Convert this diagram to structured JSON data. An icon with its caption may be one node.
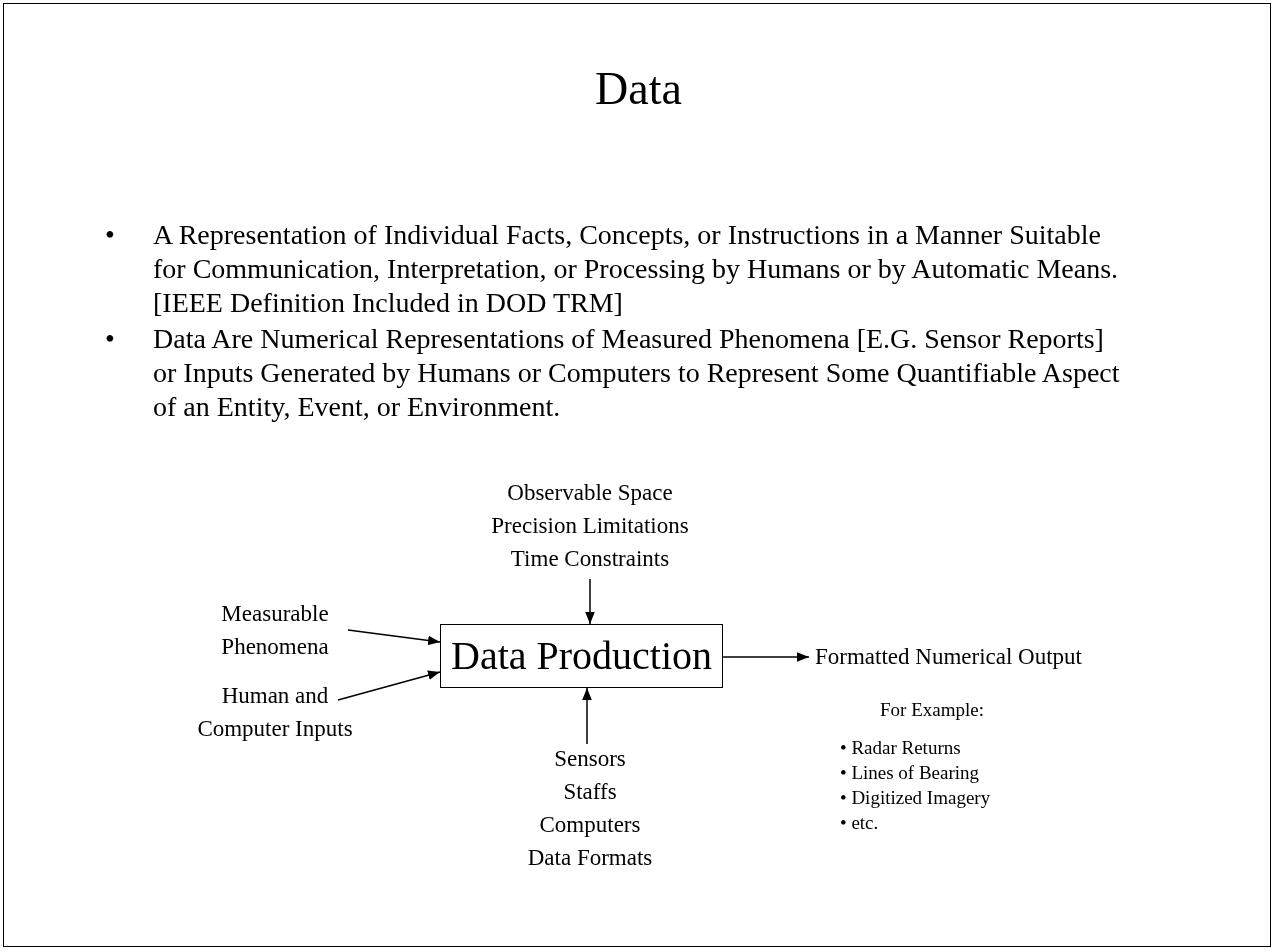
{
  "diagram": {
    "title": "Data",
    "nodes": [
      {
        "text": [
          "Data Production"
        ]
      },
      {
        "text": [
          "Measurable Phenomena"
        ]
      },
      {
        "text": [
          "Human and Computer Inputs"
        ]
      },
      {
        "text": [
          "Observable Space",
          "Precision Limitations",
          "Time Constraints"
        ]
      },
      {
        "text": [
          "Sensors",
          "Staffs",
          "Computers",
          "Data Formats"
        ]
      },
      {
        "text": [
          "Formatted Numerical Output"
        ]
      }
    ],
    "edges": [
      {
        "from": 1,
        "to": 0,
        "arrow": "to"
      },
      {
        "from": 2,
        "to": 0,
        "arrow": "to"
      },
      {
        "from": 3,
        "to": 0,
        "arrow": "to"
      },
      {
        "from": 4,
        "to": 0,
        "arrow": "to"
      },
      {
        "from": 0,
        "to": 5,
        "arrow": "to"
      }
    ],
    "labels": [
      "•",
      "A Representation of Individual Facts, Concepts, or Instructions in a Manner Suitable for Communication, Interpretation, or Processing by Humans or by Automatic Means. [IEEE Definition Included in DOD TRM]",
      "•",
      "Data Are Numerical Representations of Measured Phenomena [E.G. Sensor Reports] or Inputs Generated by Humans or Computers to Represent Some Quantifiable Aspect of an Entity, Event, or Environment.",
      "For Example:",
      "• Radar Returns",
      "• Lines of Bearing",
      "• Digitized Imagery",
      "• etc."
    ]
  }
}
